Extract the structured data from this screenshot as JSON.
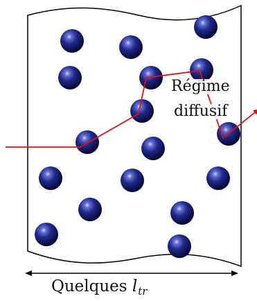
{
  "diagram": {
    "label_line1": "Régime",
    "label_line2": "diffusif",
    "caption_prefix": "Quelques",
    "caption_symbol": "l",
    "caption_subscript": "tr"
  },
  "colors": {
    "sphere_dark": "#0a0a4a",
    "sphere_mid": "#1f2a8a",
    "sphere_highlight": "#c8ccff",
    "path": "#e01010",
    "outline": "#000000"
  }
}
